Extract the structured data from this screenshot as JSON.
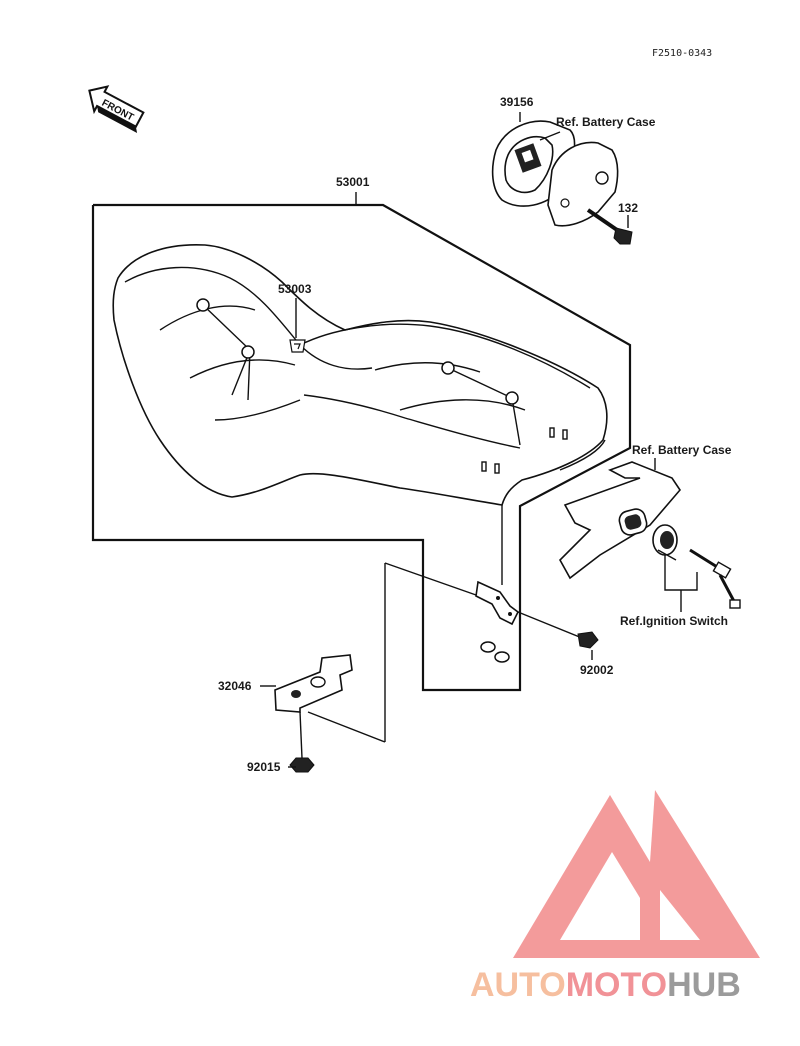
{
  "diagram_code": "F2510-0343",
  "front_label": "FRONT",
  "parts": {
    "seat_assembly": "53001",
    "emblem": "53003",
    "lock_cover": "39156",
    "bolt_132": "132",
    "bracket": "32046",
    "bolt_92002": "92002",
    "nut_92015": "92015"
  },
  "refs": {
    "battery_case_top": "Ref. Battery Case",
    "battery_case_right": "Ref. Battery Case",
    "ignition_switch": "Ref.Ignition Switch"
  },
  "watermark": {
    "part1": "AUTO",
    "part2": "MOTO",
    "part3": "HUB",
    "color1": "#f5b48f",
    "color2": "#ef7f86",
    "color3": "#8a8a8a",
    "logo_color": "#f07a7a"
  }
}
